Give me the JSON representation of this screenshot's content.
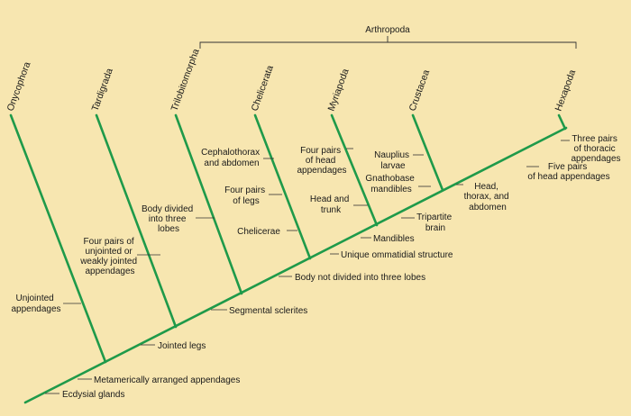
{
  "group_label": "Arthropoda",
  "taxa": [
    "Onycophora",
    "Tardigrada",
    "Trilobitomorpha",
    "Chelicerata",
    "Myriapoda",
    "Crustacea",
    "Hexapoda"
  ],
  "characters": {
    "ecdysial_glands": "Ecdysial glands",
    "metamerically_arranged_appendages": "Metamerically arranged appendages",
    "unjointed_appendages": [
      "Unjointed",
      "appendages"
    ],
    "jointed_legs": "Jointed legs",
    "four_pairs_unjointed": [
      "Four pairs of",
      "unjointed or",
      "weakly jointed",
      "appendages"
    ],
    "segmental_sclerites": "Segmental sclerites",
    "body_divided_three_lobes": [
      "Body divided",
      "into three",
      "lobes"
    ],
    "body_not_divided": "Body not divided into three lobes",
    "cephalothorax_abdomen": [
      "Cephalothorax",
      "and abdomen"
    ],
    "four_pairs_legs": [
      "Four pairs",
      "of legs"
    ],
    "chelicerae": "Chelicerae",
    "unique_ommatidial": "Unique ommatidial structure",
    "four_pairs_head_appendages": [
      "Four pairs",
      "of head",
      "appendages"
    ],
    "head_and_trunk": [
      "Head and",
      "trunk"
    ],
    "mandibles": "Mandibles",
    "nauplius_larvae": [
      "Nauplius",
      "larvae"
    ],
    "gnathobase_mandibles": [
      "Gnathobase",
      "mandibles"
    ],
    "tripartite_brain": [
      "Tripartite",
      "brain"
    ],
    "head_thorax_abdomen": [
      "Head,",
      "thorax, and",
      "abdomen"
    ],
    "five_pairs_head_appendages": [
      "Five pairs",
      "of head appendages"
    ],
    "three_pairs_thoracic": [
      "Three pairs",
      "of thoracic",
      "appendages"
    ]
  },
  "colors": {
    "background": "#f7e6b0",
    "branch": "#1f9a4a",
    "text": "#1a1a1a"
  }
}
